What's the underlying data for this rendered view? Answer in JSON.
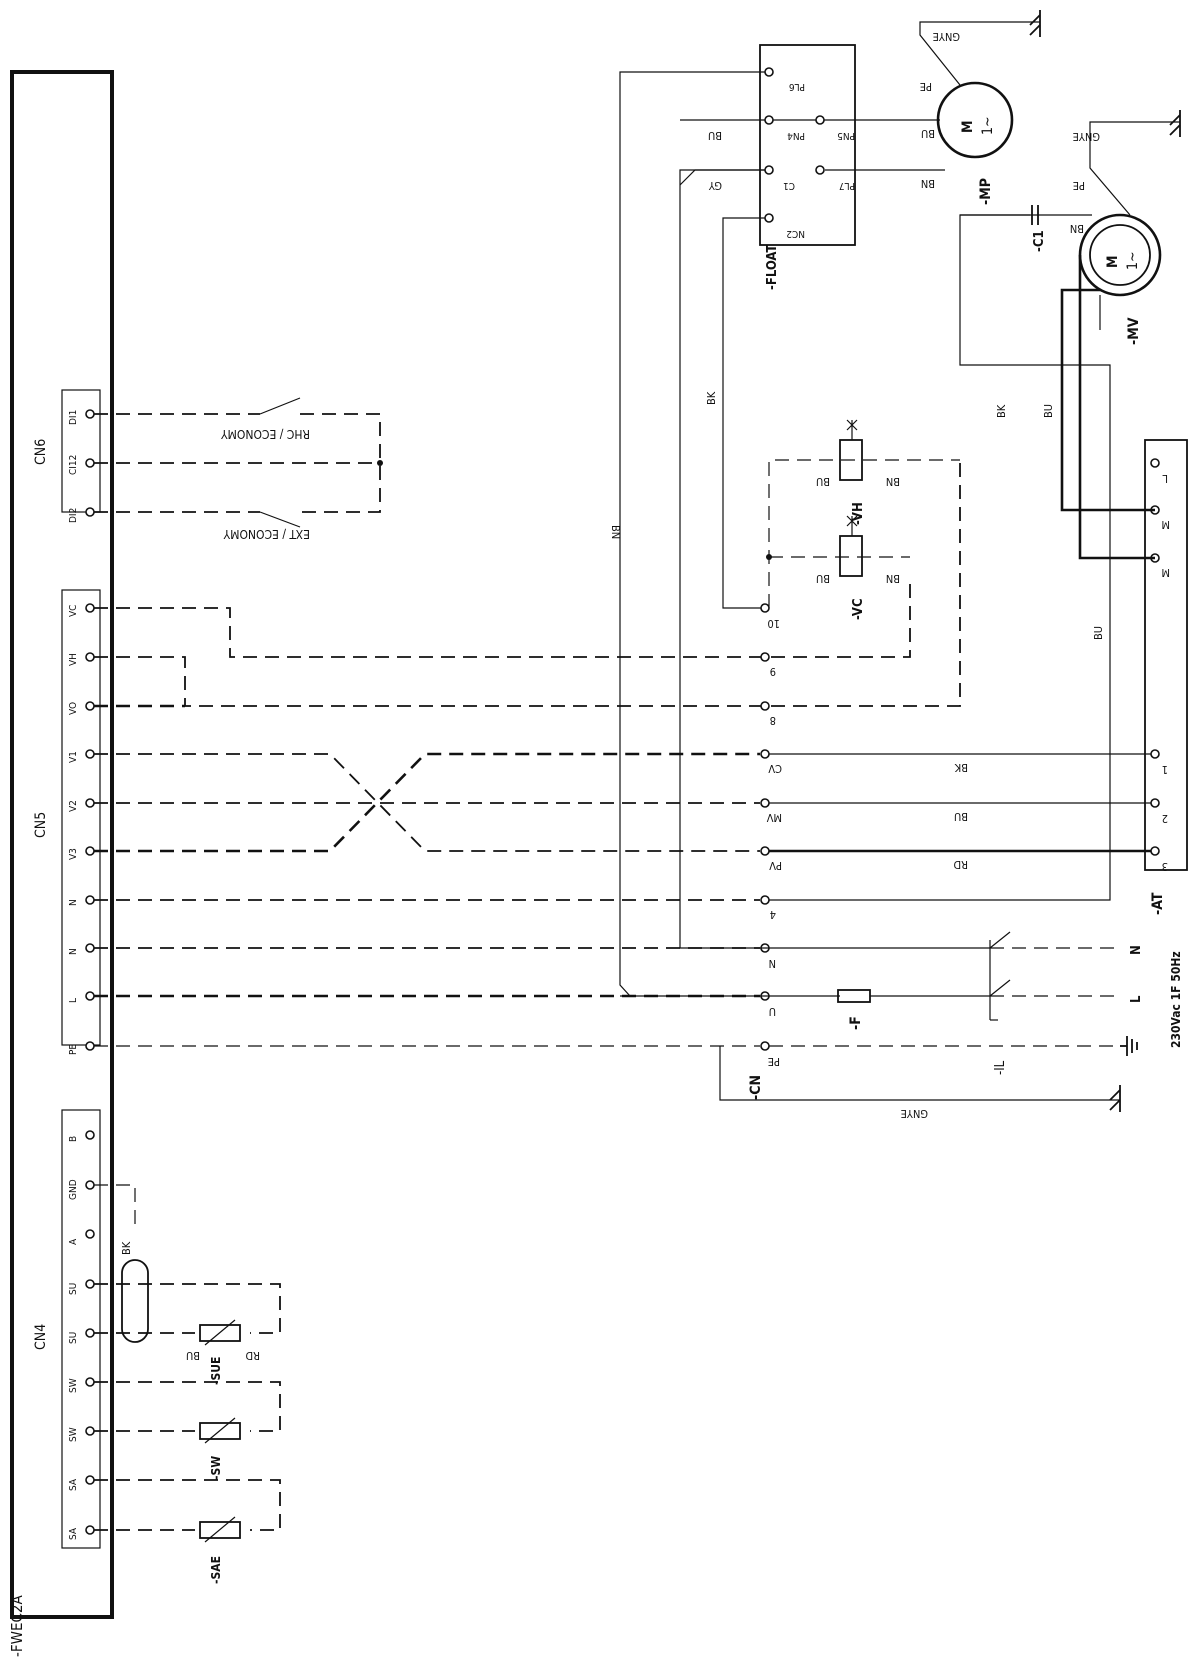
{
  "board": {
    "label": "-FWEC2A",
    "connectors": [
      {
        "name": "CN6",
        "pins": [
          "DI1",
          "CI12",
          "DI2"
        ]
      },
      {
        "name": "CN5",
        "pins": [
          "VC",
          "VH",
          "VO",
          "V1",
          "V2",
          "V3",
          "N",
          "N",
          "L",
          "PE"
        ]
      },
      {
        "name": "CN4",
        "pins": [
          "B",
          "GND",
          "A",
          "SU",
          "SU",
          "SW",
          "SW",
          "SA",
          "SA"
        ]
      }
    ]
  },
  "terminal_block": {
    "label": "-CN",
    "terminals": [
      "10",
      "9",
      "8",
      "CV",
      "MV",
      "PV",
      "4",
      "N",
      "U",
      "PE"
    ]
  },
  "float_switch": {
    "label": "-FLOAT",
    "pins": [
      "PL6",
      "PN4",
      "PN5",
      "C1",
      "PL7",
      "NC2"
    ]
  },
  "pump_motor": {
    "label": "-MP",
    "symbol": "M",
    "phase": "1~"
  },
  "fan_motor": {
    "label": "-MV",
    "symbol": "M",
    "phase": "1~"
  },
  "capacitor": {
    "label": "-C1"
  },
  "thermostat": {
    "label": "-AT",
    "terminals": [
      "L",
      "M",
      "M",
      "1",
      "2",
      "3"
    ]
  },
  "valves": [
    {
      "label": "-VH"
    },
    {
      "label": "-VC"
    }
  ],
  "fuse": {
    "label": "-F"
  },
  "main_switch": {
    "label": "-IL"
  },
  "supply": {
    "phase": "L",
    "neutral": "N",
    "voltage": "230Vac 1F 50Hz"
  },
  "sensors": [
    "-SUE",
    "-SW",
    "-SAE"
  ],
  "contacts": [
    "RHC / ECONOMY",
    "EXT / ECONOMY"
  ],
  "wire_colors": [
    "BU",
    "BN",
    "BK",
    "GY",
    "RD",
    "GNYE",
    "PE"
  ]
}
